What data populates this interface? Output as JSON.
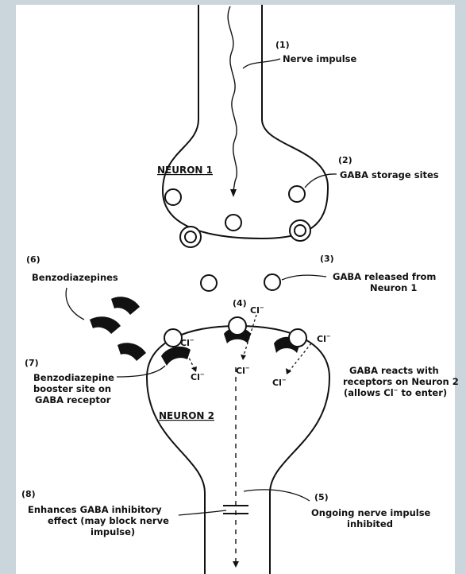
{
  "labels": {
    "n1": "(1)",
    "l1": "Nerve impulse",
    "n2": "(2)",
    "l2": "GABA storage sites",
    "n3": "(3)",
    "l3a": "GABA released from",
    "l3b": "Neuron 1",
    "n4": "(4)",
    "l4a": "GABA reacts with",
    "l4b": "receptors on Neuron 2",
    "l4c": "(allows Cl",
    "l4c_sup": "−",
    "l4c_end": " to enter)",
    "n5": "(5)",
    "l5a": "Ongoing nerve impulse",
    "l5b": "inhibited",
    "n6": "(6)",
    "l6": "Benzodiazepines",
    "n7": "(7)",
    "l7a": "Benzodiazepine",
    "l7b": "booster site on",
    "l7c": "GABA receptor",
    "n8": "(8)",
    "l8a": "Enhances GABA inhibitory",
    "l8b": "effect (may block nerve",
    "l8c": "impulse)"
  },
  "neurons": {
    "n1": "NEURON 1",
    "n2": "NEURON 2"
  },
  "ion": {
    "symbol": "Cl",
    "charge": "−"
  },
  "colors": {
    "frame": "#cbd5dc",
    "ink": "#111111",
    "background": "#ffffff"
  }
}
